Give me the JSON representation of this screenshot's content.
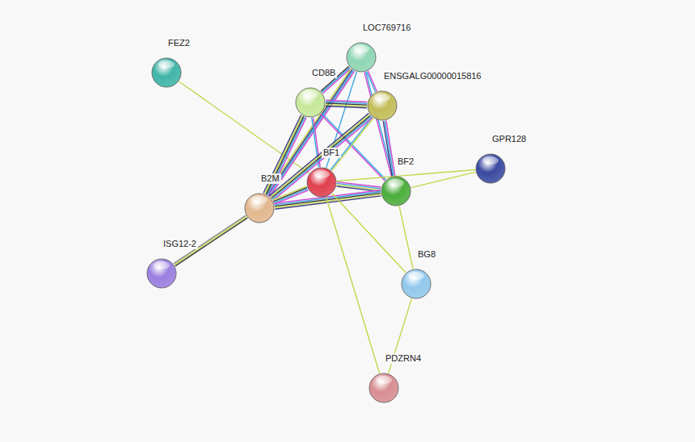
{
  "diagram": {
    "nodes": [
      {
        "text": [
          "FEZ2"
        ]
      },
      {
        "text": [
          "LOC769716"
        ]
      },
      {
        "text": [
          "CD8B"
        ]
      },
      {
        "text": [
          "ENSGALG00000015816"
        ]
      },
      {
        "text": [
          "GPR128"
        ]
      },
      {
        "text": [
          "BF1"
        ]
      },
      {
        "text": [
          "BF2"
        ]
      },
      {
        "text": [
          "B2M"
        ]
      },
      {
        "text": [
          "ISG12-2"
        ]
      },
      {
        "text": [
          "BG8"
        ]
      },
      {
        "text": [
          "PDZRN4"
        ]
      }
    ],
    "edges": [
      {
        "from": 0,
        "to": 5,
        "arrow": "none"
      },
      {
        "from": 1,
        "to": 2,
        "arrow": "none"
      },
      {
        "from": 1,
        "to": 3,
        "arrow": "none"
      },
      {
        "from": 1,
        "to": 5,
        "arrow": "none"
      },
      {
        "from": 1,
        "to": 6,
        "arrow": "none"
      },
      {
        "from": 1,
        "to": 7,
        "arrow": "none"
      },
      {
        "from": 2,
        "to": 3,
        "arrow": "none"
      },
      {
        "from": 2,
        "to": 5,
        "arrow": "none"
      },
      {
        "from": 2,
        "to": 6,
        "arrow": "none"
      },
      {
        "from": 2,
        "to": 7,
        "arrow": "none"
      },
      {
        "from": 3,
        "to": 5,
        "arrow": "none"
      },
      {
        "from": 3,
        "to": 6,
        "arrow": "none"
      },
      {
        "from": 3,
        "to": 7,
        "arrow": "none"
      },
      {
        "from": 5,
        "to": 6,
        "arrow": "none"
      },
      {
        "from": 5,
        "to": 7,
        "arrow": "none"
      },
      {
        "from": 7,
        "to": 6,
        "arrow": "none"
      },
      {
        "from": 7,
        "to": 8,
        "arrow": "none"
      },
      {
        "from": 6,
        "to": 4,
        "arrow": "none"
      },
      {
        "from": 5,
        "to": 4,
        "arrow": "none"
      },
      {
        "from": 6,
        "to": 9,
        "arrow": "none"
      },
      {
        "from": 5,
        "to": 9,
        "arrow": "none"
      },
      {
        "from": 9,
        "to": 10,
        "arrow": "none"
      },
      {
        "from": 5,
        "to": 10,
        "arrow": "none"
      }
    ]
  }
}
